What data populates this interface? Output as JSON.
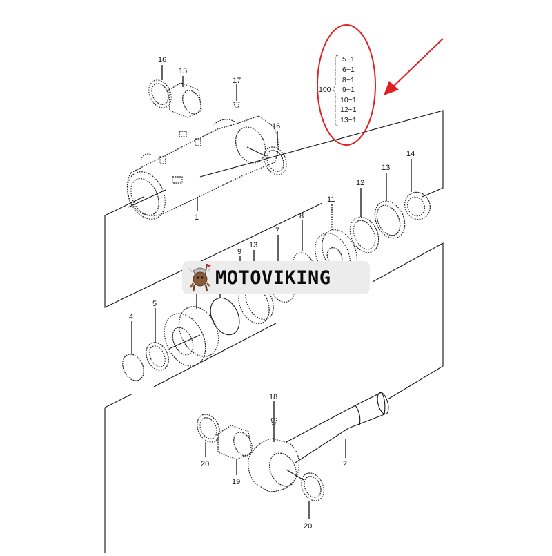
{
  "diagram": {
    "type": "exploded-parts-diagram",
    "subject": "hydraulic cylinder",
    "part_labels": {
      "p1": "1",
      "p2": "2",
      "p4": "4",
      "p5": "5",
      "p7": "7",
      "p8": "8",
      "p9": "9",
      "p11": "11",
      "p12": "12",
      "p13a": "13",
      "p13b": "13",
      "p14": "14",
      "p15": "15",
      "p16a": "16",
      "p16b": "16",
      "p17": "17",
      "p18": "18",
      "p19": "19",
      "p20a": "20",
      "p20b": "20"
    },
    "seal_kit_legend": {
      "kit_number": "100",
      "items": [
        "5~1",
        "6~1",
        "8~1",
        "9~1",
        "10~1",
        "12~1",
        "13~1"
      ]
    },
    "highlight": {
      "shape": "ellipse",
      "arrow": "pointing to seal kit legend",
      "color": "#e02020"
    }
  },
  "watermark": {
    "brand": "MOTOVIKING",
    "background": "#ececec"
  }
}
